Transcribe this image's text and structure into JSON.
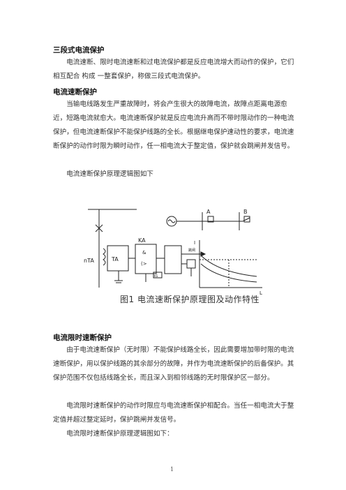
{
  "doc": {
    "h1": "三段式电流保护",
    "p1": "电流速断、限时电流速断和过电流保护都是反应电流增大而动作的保护，它们相互配合 构成 一整套保护，称做三段式电流保护。",
    "h2": "电流速断保护",
    "p2": "当输电线路发生严重故障时，将会产生很大的故障电流，故障点距离电源愈近，短路电流就愈大。电流速断保护就是反应电流升高而不带时限动作的一种电流保护，但电流速断保护不能保护线路的全长。根据继电保护速动性的要求，电流速断保护的动作时限为瞬时动作，任一相电流大于整定值，保护就会跳闸并发信号。",
    "p3": "电流速断保护原理逻辑图如下",
    "figure": {
      "caption": "图1  电流速断保护原理图及动作特性",
      "labels": {
        "ka": "KA",
        "and": "&",
        "gt": "(>",
        "nta": "nTA",
        "ta": "TA",
        "a": "A",
        "b": "B",
        "ik": "I",
        "l": "L",
        "trip": "跳闸",
        "kt": "KS"
      }
    },
    "h3": "电流限时速断保护",
    "p4": "由于电流速断保护（无时限）不能保护线路全长，因此需要增加带时限的电流速断保护，用以保护线路的其余部分的故障，并作为电流速断保护的后备保护。其保护范围不仅包括线路全长，而且深入到相邻线路的无时限保护区一部分。",
    "p5": "电流限时速断保护的动作时限应与电流速断保护相配合。当任一相电流大于整定值并超过整定延时，保护跳闸并发信号。",
    "p6": "电流限时速断保护原理逻辑图如下：",
    "page_number": "1"
  }
}
